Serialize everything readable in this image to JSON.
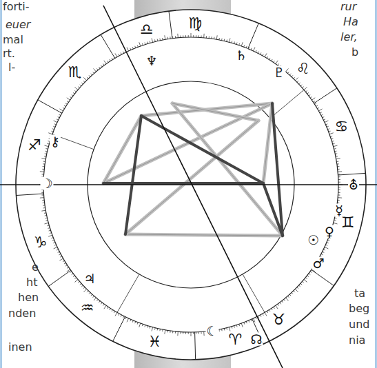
{
  "diagram": {
    "labels": [
      "forti-",
      "euer",
      "mal",
      "rt.",
      "l-",
      "e",
      "ht",
      "hen",
      "nden",
      "inen",
      "rur",
      "Ha",
      "ler,",
      "b",
      "ta",
      "beg",
      "und",
      "nia",
      "♎",
      "♍",
      "♌",
      "♋",
      "♊",
      "♉",
      "♈",
      "♓",
      "♒",
      "♑",
      "♐",
      "♏",
      "♆",
      "♄",
      "♇",
      "⚷",
      "☽",
      "⛢",
      "☿",
      "♀",
      "☉",
      "♂",
      "♃",
      "☾",
      "☊"
    ]
  }
}
